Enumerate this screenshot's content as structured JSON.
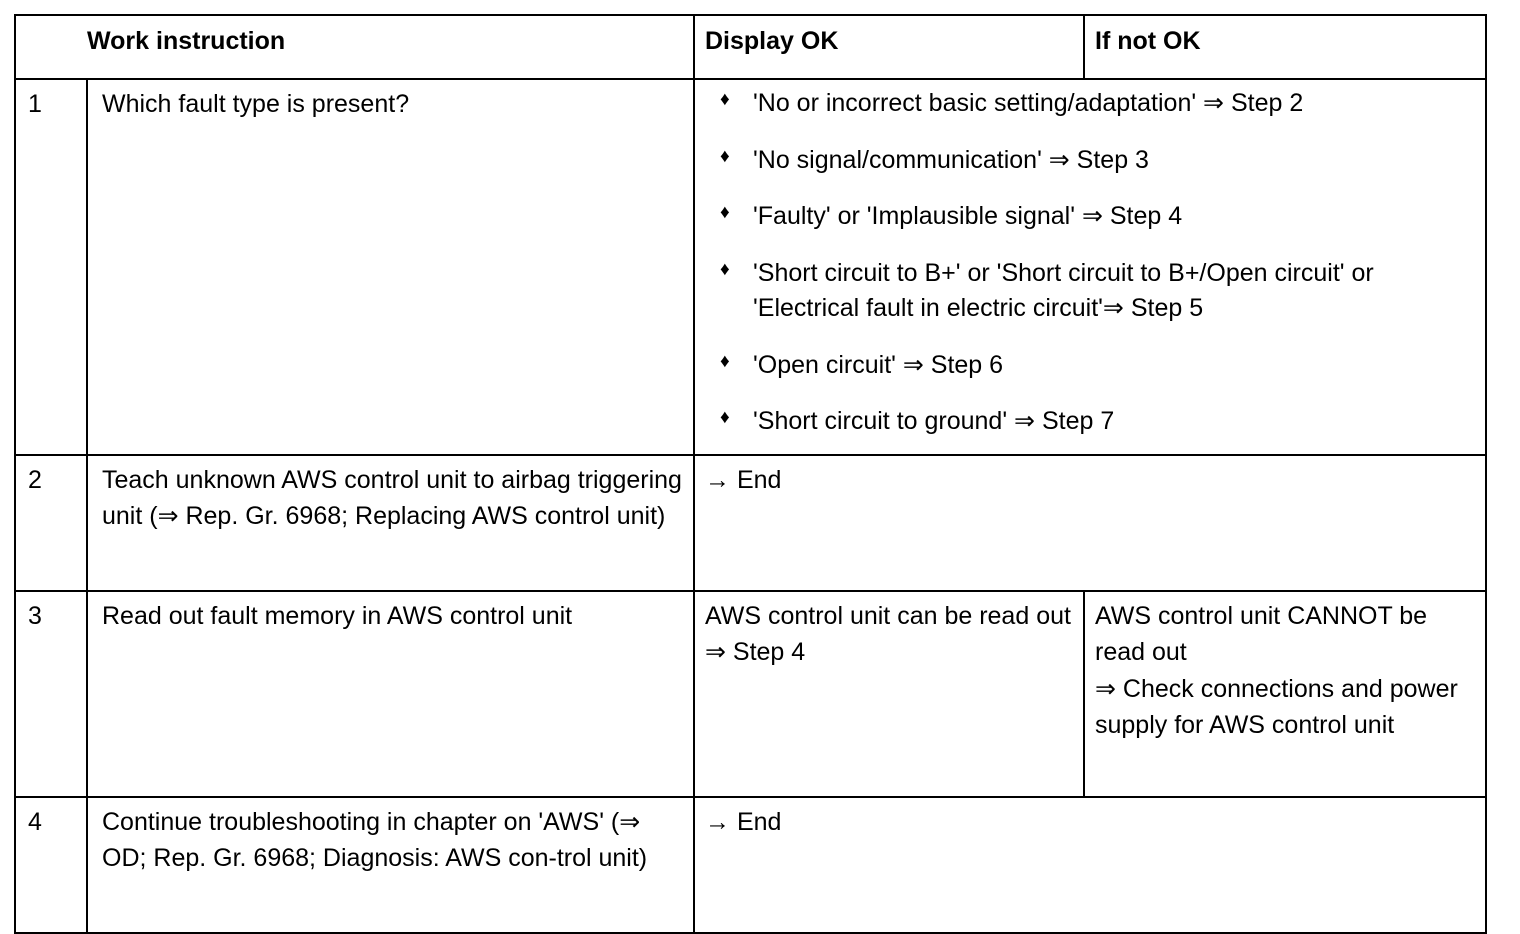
{
  "table": {
    "headers": {
      "work_instruction": "Work instruction",
      "display_ok": "Display OK",
      "if_not_ok": "If not OK"
    },
    "rows": [
      {
        "number": "1",
        "instruction": "Which fault type is present?",
        "display_ok_bullets": [
          "'No or incorrect basic setting/adaptation' ⇒ Step 2",
          "'No signal/communication' ⇒ Step 3",
          "'Faulty' or 'Implausible signal' ⇒ Step 4",
          "'Short circuit to B+' or 'Short circuit to B+/Open circuit' or 'Electrical fault in electric circuit'⇒ Step 5",
          "'Open circuit' ⇒ Step 6",
          "'Short circuit to ground' ⇒ Step 7"
        ],
        "bullet_glyph": "♦",
        "if_not_ok": ""
      },
      {
        "number": "2",
        "instruction": "Teach unknown AWS control unit to airbag triggering unit (⇒ Rep. Gr. 6968; Replacing AWS control unit)",
        "display_ok": "→ End",
        "if_not_ok": ""
      },
      {
        "number": "3",
        "instruction": "Read out fault memory in AWS control unit",
        "display_ok_lines": [
          "AWS control unit can be read out",
          "⇒ Step 4"
        ],
        "if_not_ok_lines": [
          "AWS control unit CANNOT be read out",
          "⇒ Check connections and power supply for AWS control unit"
        ]
      },
      {
        "number": "4",
        "instruction": "Continue troubleshooting in chapter on 'AWS' (⇒ OD; Rep. Gr. 6968; Diagnosis: AWS con-trol unit)",
        "display_ok": "→ End",
        "if_not_ok": ""
      }
    ]
  },
  "colors": {
    "background": "#ffffff",
    "text": "#000000",
    "border": "#000000"
  }
}
